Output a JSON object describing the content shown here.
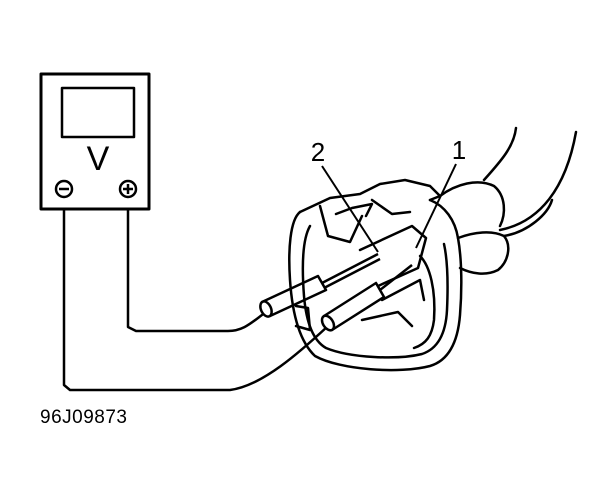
{
  "meter": {
    "symbol": "V",
    "negative_symbol": "⊖",
    "positive_symbol": "⊕"
  },
  "callouts": [
    {
      "label": "2"
    },
    {
      "label": "1"
    }
  ],
  "figure_code": "96J09873"
}
